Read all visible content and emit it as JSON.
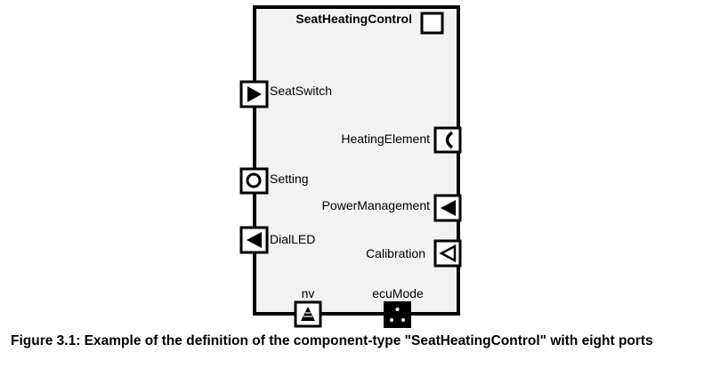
{
  "component": {
    "name": "SeatHeatingControl"
  },
  "ports": {
    "seat_switch": "SeatSwitch",
    "setting": "Setting",
    "dial_led": "DialLED",
    "heating_element": "HeatingElement",
    "power_management": "PowerManagement",
    "calibration": "Calibration",
    "nv": "nv",
    "ecu_mode": "ecuMode"
  },
  "caption": "Figure 3.1: Example of the definition of the component-type \"SeatHeatingControl\" with eight ports",
  "icons": {
    "component_type": "component-square-icon",
    "seat_switch": "require-sender-receiver-triangle-right-icon",
    "setting": "parameter-circle-icon",
    "dial_led": "provide-sender-receiver-triangle-left-icon",
    "heating_element": "client-server-bracket-icon",
    "power_management": "provide-triangle-left-icon",
    "calibration": "outline-triangle-left-icon",
    "nv": "nvdata-hatched-triangle-icon",
    "ecu_mode": "mode-dots-icon"
  }
}
